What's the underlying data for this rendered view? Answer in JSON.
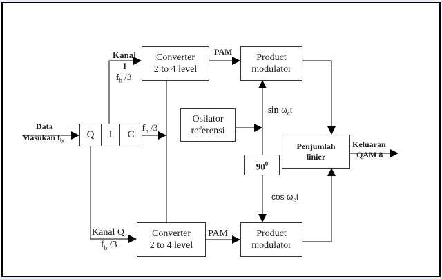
{
  "diagram": {
    "type": "block-diagram",
    "title": "QAM 8 modulator",
    "input": {
      "line1": "Data",
      "line2": "Masukan f",
      "line2_sub": "b"
    },
    "register": {
      "cells": [
        "Q",
        "I",
        "C"
      ]
    },
    "channel_i": {
      "line1": "Kanal",
      "line2": "I",
      "rate": "f",
      "rate_sub": "b",
      "rate_suffix": " /3"
    },
    "channel_c": {
      "rate": "f",
      "rate_sub": "b",
      "rate_suffix": " /3"
    },
    "channel_q": {
      "line1": "Kanal Q",
      "rate": "f",
      "rate_sub": "b",
      "rate_suffix": " /3"
    },
    "converter_top": {
      "line1": "Converter",
      "line2": "2 to 4 level"
    },
    "converter_bottom": {
      "line1": "Converter",
      "line2": "2 to 4 level"
    },
    "pam_top": "PAM",
    "pam_bottom": "PAM",
    "product_mod_top": {
      "line1": "Product",
      "line2": "modulator"
    },
    "product_mod_bottom": {
      "line1": "Product",
      "line2": "modulator"
    },
    "oscillator": {
      "line1": "Osilator",
      "line2": "referensi"
    },
    "sin_label": {
      "prefix": "sin ",
      "omega": "ω",
      "sub": "c",
      "suffix": "t"
    },
    "cos_label": {
      "prefix": "cos ",
      "omega": "ω",
      "sub": "c",
      "suffix": "t"
    },
    "phase_shift": {
      "value": "90",
      "sup": "0"
    },
    "summer": {
      "line1": "Penjumlah",
      "line2": "linier"
    },
    "output": {
      "line1": "Keluaran",
      "line2": "QAM 8"
    }
  }
}
